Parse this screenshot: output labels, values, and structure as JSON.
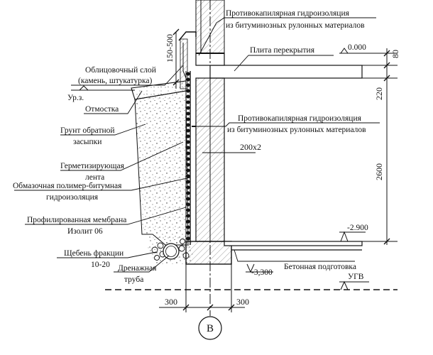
{
  "labels": {
    "waterproof_top_1": "Противокапилярная гидроизоляция",
    "waterproof_top_2": "из битуминозных рулонных материалов",
    "slab": "Плита перекрытия",
    "cladding_1": "Облицовочный слой",
    "cladding_2": "(камень, штукатурка)",
    "ground_level": "Ур.з.",
    "blind_area": "Отмостка",
    "backfill_1": "Грунт обратной",
    "backfill_2": "засыпки",
    "waterproof_mid_1": "Противокапилярная гидроизоляция",
    "waterproof_mid_2": "из битуминозных рулонных материалов",
    "wall_size": "200x2",
    "sealing_1": "Герметизирующая",
    "sealing_2": "лента",
    "coating_1": "Обмазочная полимер-битумная",
    "coating_2": "гидроизоляция",
    "membrane_1": "Профилированная мембрана",
    "membrane_2": "Изолит 06",
    "gravel_1": "Щебень фракции",
    "gravel_2": "10-20",
    "drain_1": "Дренажная",
    "drain_2": "труба",
    "concrete_prep": "Бетонная подготовка",
    "groundwater": "УГВ",
    "axis": "В"
  },
  "levels": {
    "top": "0.000",
    "floor": "-2.900",
    "bottom": "-3,300"
  },
  "dimensions": {
    "offset_range": "150-500",
    "slab_thickness": "80",
    "gap": "220",
    "height": "2600",
    "left_to_axis": "300",
    "right_of_axis": "300"
  }
}
